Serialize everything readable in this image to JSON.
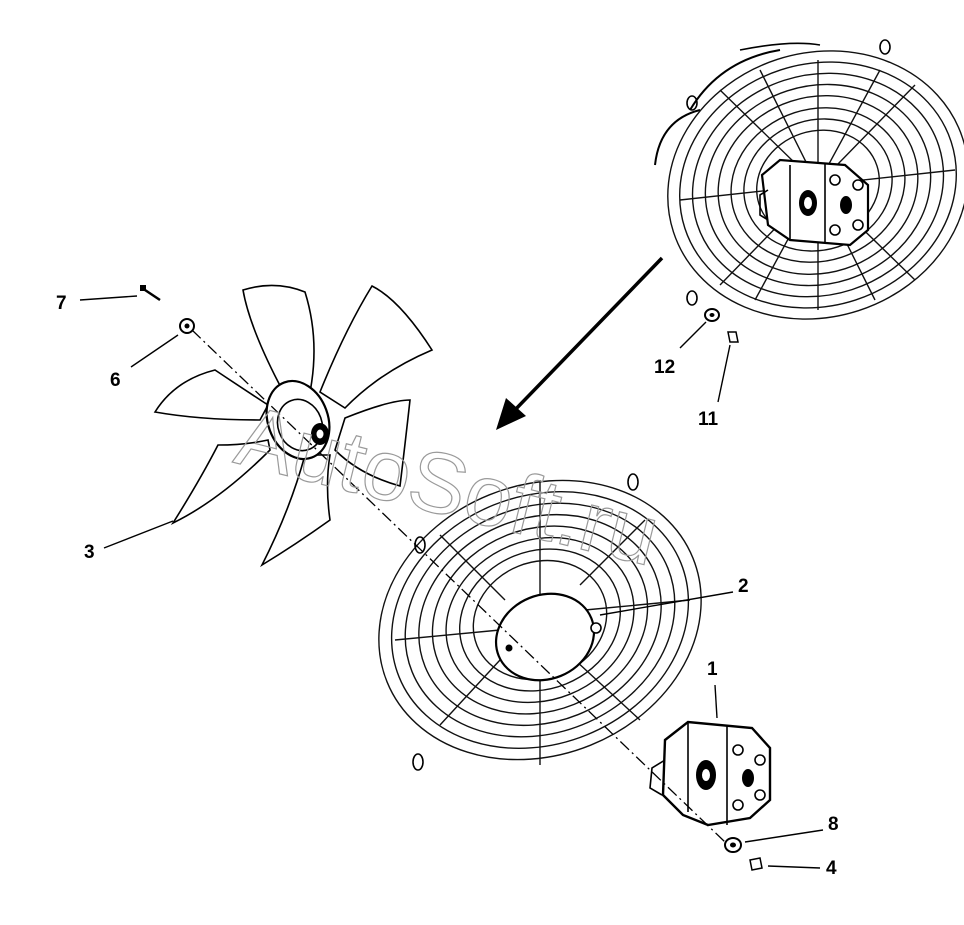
{
  "watermark": "AutoSoft.ru",
  "callouts": {
    "part_1": "1",
    "part_2": "2",
    "part_3": "3",
    "part_4": "4",
    "part_6": "6",
    "part_7": "7",
    "part_8": "8",
    "part_11": "11",
    "part_12": "12"
  }
}
